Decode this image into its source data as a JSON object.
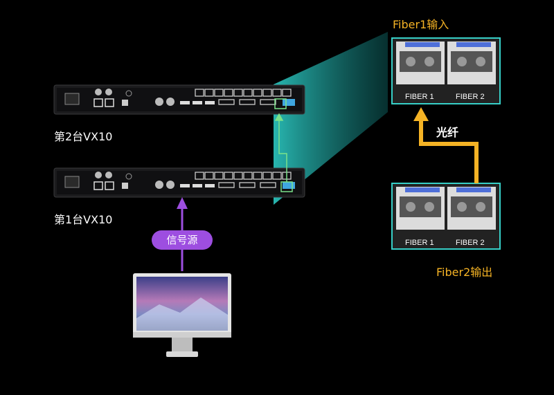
{
  "devices": [
    {
      "label": "第2台VX10"
    },
    {
      "label": "第1台VX10"
    }
  ],
  "fiber_top": {
    "caption": "Fiber1输入",
    "ports": [
      "FIBER 1",
      "FIBER 2"
    ]
  },
  "fiber_bottom": {
    "caption": "Fiber2输出",
    "ports": [
      "FIBER 1",
      "FIBER 2"
    ]
  },
  "fiber_link_label": "光纤",
  "signal_source_label": "信号源",
  "colors": {
    "fiber_arrow": "#f5b325",
    "signal_arrow": "#9d4ee0",
    "projection": "#1fb5b0",
    "device_link": "#7be38a"
  }
}
